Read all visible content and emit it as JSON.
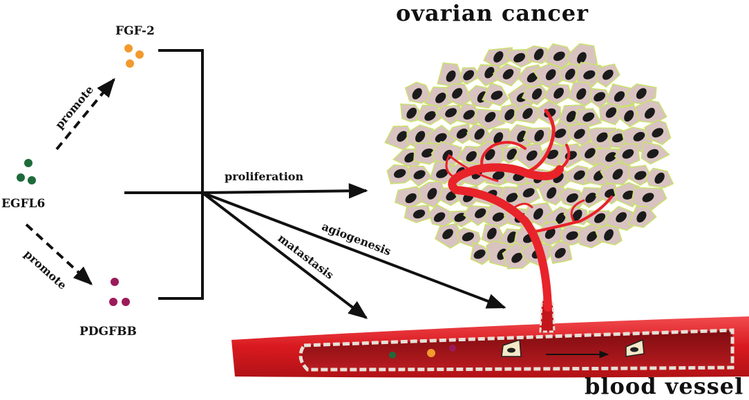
{
  "labels": {
    "ovarian_cancer": "ovarian cancer",
    "blood_vessel": "blood vessel",
    "fgf2": "FGF-2",
    "egfl6": "EGFL6",
    "pdgfbb": "PDGFBB",
    "promote_top": "promote",
    "promote_bottom": "promote",
    "proliferation": "proliferation",
    "agiogenesis": "agiogenesis",
    "matastasis": "matastasis"
  },
  "colors": {
    "fgf2_dot": "#f29a2e",
    "egfl6_dot": "#1e6b3a",
    "pdgfbb_dot": "#9b1b5a",
    "cell_fill": "#d9c3c1",
    "cell_outline": "#c9e36a",
    "nucleus": "#1b1b1b",
    "vessel": "#e8232a",
    "vessel_dark": "#9a0f12"
  }
}
